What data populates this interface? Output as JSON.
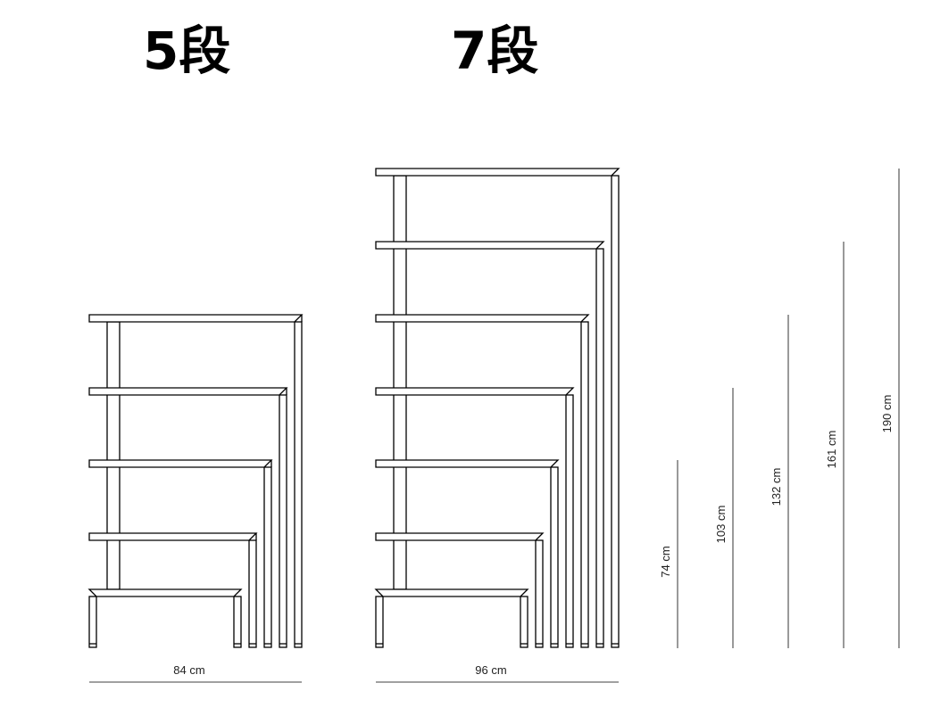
{
  "titles": {
    "five_tier": "5段",
    "seven_tier": "7段"
  },
  "shelf_5": {
    "tiers": 5,
    "width_label": "84 cm"
  },
  "shelf_7": {
    "tiers": 7,
    "width_label": "96 cm"
  },
  "height_markers": [
    "74 cm",
    "103 cm",
    "132 cm",
    "161 cm",
    "190 cm"
  ],
  "colors": {
    "line": "#000000",
    "text": "#222222"
  }
}
